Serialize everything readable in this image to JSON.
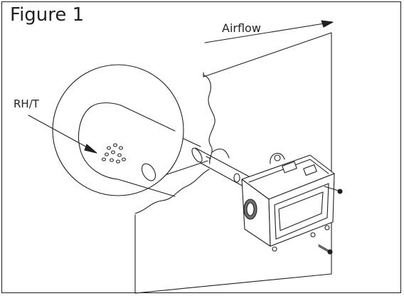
{
  "figure": {
    "title": "Figure 1",
    "airflow_label": "Airflow",
    "sensor_label": "RH/T"
  },
  "colors": {
    "line": "#231f20",
    "background": "#ffffff",
    "shade": "#6d6e71"
  },
  "icons": [
    "airflow-arrow-icon",
    "sensor-holes-icon",
    "mounting-screw-icon"
  ]
}
